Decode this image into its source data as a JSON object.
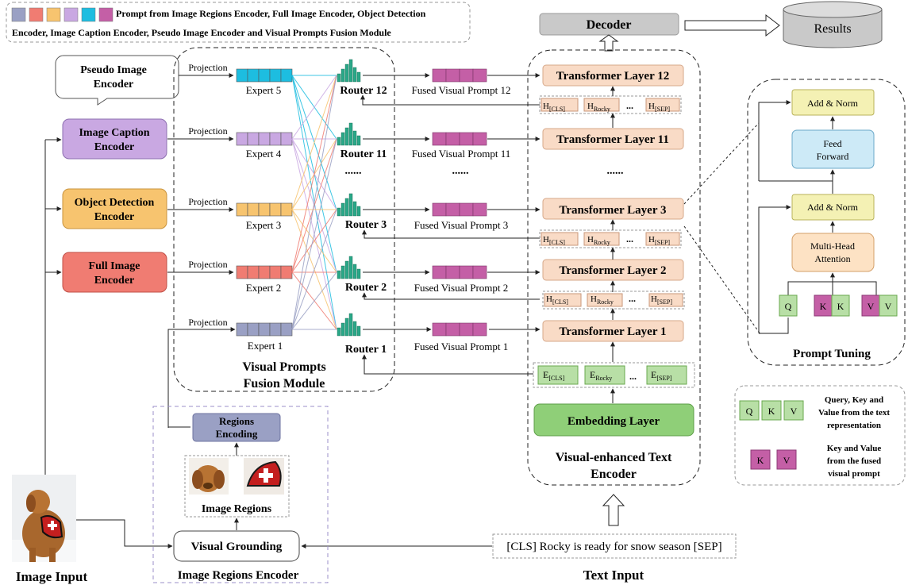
{
  "legend": {
    "swatch_colors": [
      "#9aa0c4",
      "#f07c72",
      "#f7c46f",
      "#c9a8e2",
      "#1dbde0",
      "#c45fa6"
    ],
    "line1": "Prompt from Image Regions Encoder, Full Image Encoder,  Object Detection",
    "line2": "Encoder, Image Caption Encoder, Pseudo Image Encoder and Visual Prompts Fusion Module"
  },
  "encoders": {
    "pseudo_line1": "Pseudo Image",
    "pseudo_line2": "Encoder",
    "caption_line1": "Image Caption",
    "caption_line2": "Encoder",
    "detection_line1": "Object Detection",
    "detection_line2": "Encoder",
    "full_line1": "Full Image",
    "full_line2": "Encoder"
  },
  "projection_label": "Projection",
  "experts": {
    "e5": "Expert 5",
    "e4": "Expert 4",
    "e3": "Expert 3",
    "e2": "Expert 2",
    "e1": "Expert 1"
  },
  "routers": {
    "r12": "Router 12",
    "r11": "Router 11",
    "r3": "Router 3",
    "r2": "Router 2",
    "r1": "Router 1",
    "dots": "......"
  },
  "fused_prompts": {
    "p12": "Fused Visual Prompt 12",
    "p11": "Fused Visual Prompt 11",
    "p3": "Fused Visual Prompt 3",
    "p2": "Fused Visual Prompt 2",
    "p1": "Fused Visual Prompt 1",
    "dots": "......"
  },
  "fusion_module": {
    "line1": "Visual Prompts",
    "line2": "Fusion Module"
  },
  "text_encoder": {
    "decoder": "Decoder",
    "results": "Results",
    "layer12": "Transformer Layer 12",
    "layer11": "Transformer Layer 11",
    "layer3": "Transformer Layer 3",
    "layer2": "Transformer Layer 2",
    "layer1": "Transformer Layer 1",
    "dots": "......",
    "h_main": "H",
    "h_cls_sub": "[CLS]",
    "h_rocky_sub": "Rocky",
    "h_sep_sub": "[SEP]",
    "ellipsis": "...",
    "e_main": "E",
    "e_cls_sub": "[CLS]",
    "e_rocky_sub": "Rocky",
    "e_sep_sub": "[SEP]",
    "embedding": "Embedding Layer",
    "title_line1": "Visual-enhanced Text",
    "title_line2": "Encoder"
  },
  "text_input": {
    "sentence": "[CLS] Rocky is ready for snow season [SEP]",
    "label": "Text Input"
  },
  "image_regions": {
    "regions_encoding_line1": "Regions",
    "regions_encoding_line2": "Encoding",
    "regions_label": "Image Regions",
    "visual_grounding": "Visual Grounding",
    "module_label": "Image Regions Encoder"
  },
  "image_input_label": "Image Input",
  "prompt_tuning": {
    "add_norm_top": "Add & Norm",
    "feed_forward_line1": "Feed",
    "feed_forward_line2": "Forward",
    "add_norm_bottom": "Add & Norm",
    "mha_line1": "Multi-Head",
    "mha_line2": "Attention",
    "q": "Q",
    "k": "K",
    "v": "V",
    "title": "Prompt Tuning"
  },
  "qkv_legend": {
    "q": "Q",
    "k": "K",
    "v": "V",
    "text_line1": "Query, Key and",
    "text_line2": "Value from the text",
    "text_line3": "representation",
    "fused_line1": "Key and Value",
    "fused_line2": "from the fused",
    "fused_line3": "visual prompt"
  }
}
